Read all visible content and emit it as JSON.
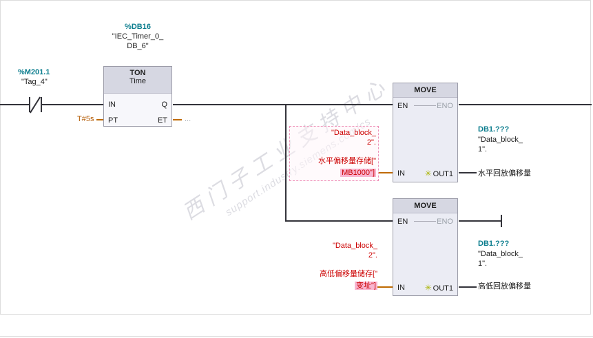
{
  "watermark": {
    "line1": "西门子工业支持中心",
    "line2": "support.industry.siemens.com/cs"
  },
  "contact": {
    "address": "%M201.1",
    "tag": "\"Tag_4\""
  },
  "timer": {
    "db_address": "%DB16",
    "name_line1": "\"IEC_Timer_0_",
    "name_line2": "DB_6\"",
    "instruction": "TON",
    "datatype": "Time",
    "pin_in": "IN",
    "pin_q": "Q",
    "pin_pt": "PT",
    "pin_et": "ET",
    "pt_value": "T#5s",
    "et_placeholder": "..."
  },
  "move1": {
    "title": "MOVE",
    "pin_en": "EN",
    "pin_eno": "ENO",
    "pin_in": "IN",
    "pin_out": "OUT1",
    "input": {
      "l1": "\"Data_block_",
      "l2": "2\".",
      "l3": "水平偏移量存储[\"",
      "l4": "MB1000\"]"
    },
    "output": {
      "address": "DB1.???",
      "l1": "\"Data_block_",
      "l2": "1\".",
      "l3": "水平回放偏移量"
    }
  },
  "move2": {
    "title": "MOVE",
    "pin_en": "EN",
    "pin_eno": "ENO",
    "pin_in": "IN",
    "pin_out": "OUT1",
    "input": {
      "l1": "\"Data_block_",
      "l2": "2\".",
      "l3": "高低偏移量储存[\"",
      "l4": "变址\"]"
    },
    "output": {
      "address": "DB1.???",
      "l1": "\"Data_block_",
      "l2": "1\".",
      "l3": "高低回放偏移量"
    }
  }
}
